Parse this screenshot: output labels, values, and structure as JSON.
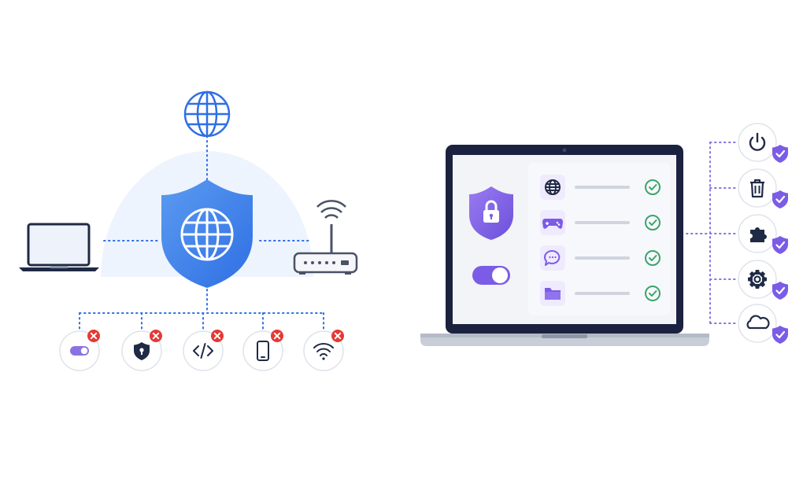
{
  "colors": {
    "accent_blue": "#2f6fe4",
    "accent_blue_light": "#5b9bf0",
    "dome_fill": "#eef4fd",
    "accent_purple": "#7b5ce6",
    "purple_light": "#efeafe",
    "check_green": "#3aa56b",
    "error_red": "#e53935",
    "ink_dark": "#1f2a44",
    "line_gray": "#cfd4de"
  },
  "left_network": {
    "top_node": {
      "icon": "globe-icon"
    },
    "center": {
      "icon": "shield-globe-icon"
    },
    "left_device": {
      "icon": "laptop-icon"
    },
    "right_device": {
      "icon": "wifi-router-icon"
    },
    "blocked_items": [
      {
        "icon": "toggle-icon",
        "status": "blocked"
      },
      {
        "icon": "shield-lock-icon",
        "status": "blocked"
      },
      {
        "icon": "code-icon",
        "status": "blocked"
      },
      {
        "icon": "mobile-phone-icon",
        "status": "blocked"
      },
      {
        "icon": "wifi-icon",
        "status": "blocked"
      }
    ]
  },
  "right_laptop": {
    "screen_icon": "padlock-shield-icon",
    "toggle_state": "on",
    "rows": [
      {
        "icon": "globe-icon",
        "status": "allowed"
      },
      {
        "icon": "gamepad-icon",
        "status": "allowed"
      },
      {
        "icon": "chat-bubble-icon",
        "status": "allowed"
      },
      {
        "icon": "folder-icon",
        "status": "allowed"
      }
    ]
  },
  "protected_features": [
    {
      "icon": "power-icon",
      "badge": "shield-check-icon"
    },
    {
      "icon": "trash-icon",
      "badge": "shield-check-icon"
    },
    {
      "icon": "puzzle-icon",
      "badge": "shield-check-icon"
    },
    {
      "icon": "gear-icon",
      "badge": "shield-check-icon"
    },
    {
      "icon": "cloud-icon",
      "badge": "shield-check-icon"
    }
  ]
}
